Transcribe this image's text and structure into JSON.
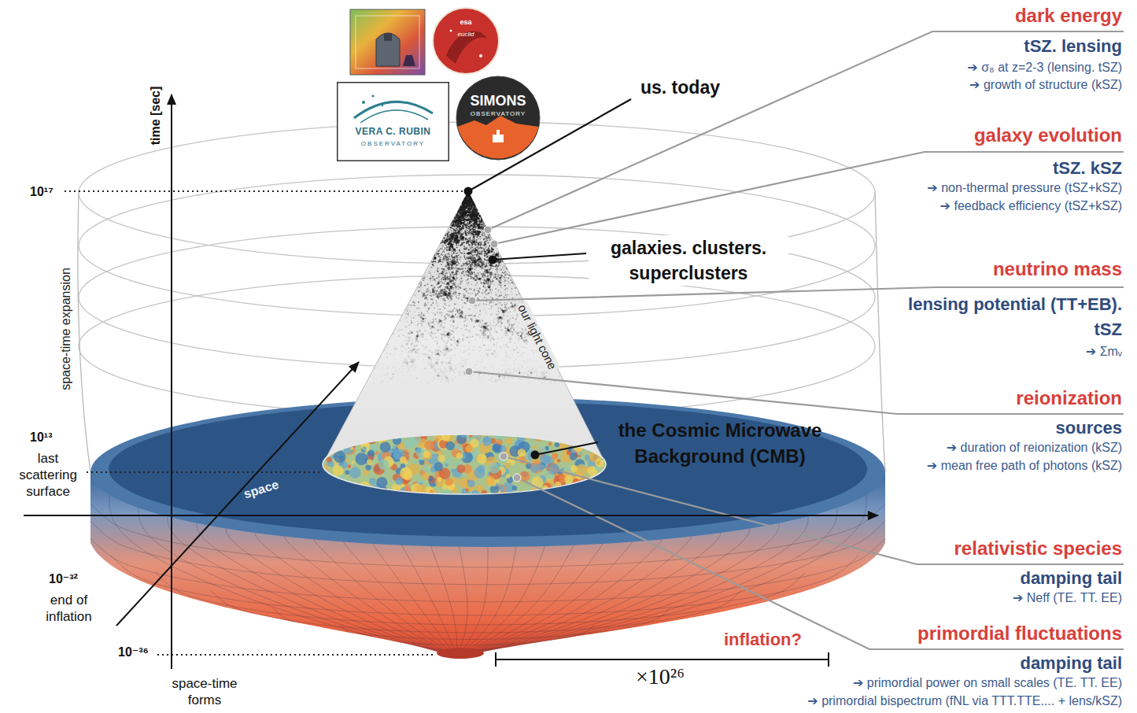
{
  "diagram": {
    "nodes": [
      {
        "text": [
          "esa",
          "euclid"
        ]
      },
      {
        "text": [
          "VERA C. RUBIN",
          "OBSERVATORY"
        ]
      },
      {
        "text": [
          "SIMONS",
          "OBSERVATORY"
        ]
      }
    ],
    "labels": [
      "us. today",
      "galaxies. clusters. superclusters",
      "our light cone",
      "the Cosmic Microwave Background (CMB)",
      "time [sec]",
      "10¹⁷",
      "space-time expansion",
      "10¹³",
      "last scattering surface",
      "space",
      "10⁻³²",
      "end of inflation",
      "10⁻³⁶",
      "space-time forms",
      "inflation?",
      "×10²⁶",
      "dark energy",
      "tSZ. lensing",
      "➔ σ₈ at z=2-3 (lensing. tSZ)",
      "➔ growth of structure (kSZ)",
      "galaxy evolution",
      "tSZ. kSZ",
      "➔ non-thermal pressure (tSZ+kSZ)",
      "➔ feedback efficiency (tSZ+kSZ)",
      "neutrino mass",
      "lensing potential (TT+EB). tSZ",
      "➔ Σmᵥ",
      "reionization",
      "sources",
      "➔ duration of reionization (kSZ)",
      "➔ mean free path of photons (kSZ)",
      "relativistic species",
      "damping tail",
      "➔ Neff (TE. TT. EE)",
      "primordial fluctuations",
      "damping tail",
      "➔ primordial power on small scales (TE. TT. EE)",
      "➔ primordial bispectrum (fNL via TTT.TTE.... + lens/kSZ)"
    ]
  }
}
